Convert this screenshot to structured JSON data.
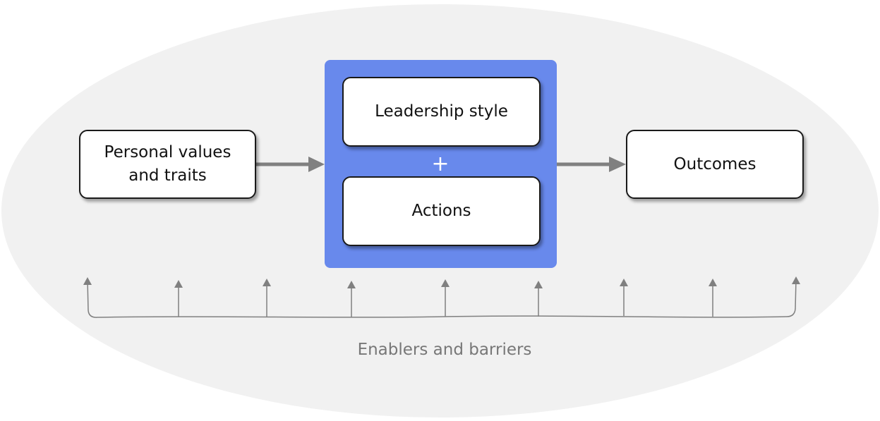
{
  "diagram": {
    "inputs_box": {
      "label": "Personal values\nand traits"
    },
    "core_panel": {
      "top_box": {
        "label": "Leadership style"
      },
      "operator": "+",
      "bottom_box": {
        "label": "Actions"
      }
    },
    "outputs_box": {
      "label": "Outcomes"
    },
    "context": {
      "label": "Enablers and barriers",
      "arrow_count": 9
    }
  },
  "colors": {
    "background_ellipse": "#f1f1f1",
    "panel": "#6889ec",
    "box_fill": "#ffffff",
    "box_border": "#1a1a1a",
    "arrow": "#808080",
    "context_text": "#777777"
  }
}
